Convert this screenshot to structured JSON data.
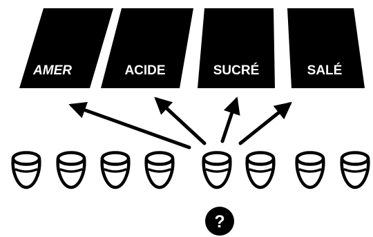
{
  "categories": [
    {
      "label": "AMER",
      "italic": true
    },
    {
      "label": "ACIDE",
      "italic": false
    },
    {
      "label": "SUCRÉ",
      "italic": false
    },
    {
      "label": "SALÉ",
      "italic": false
    }
  ],
  "cups_count": 8,
  "question_mark": "?",
  "colors": {
    "fill": "#000000",
    "background": "#ffffff",
    "text": "#ffffff"
  }
}
